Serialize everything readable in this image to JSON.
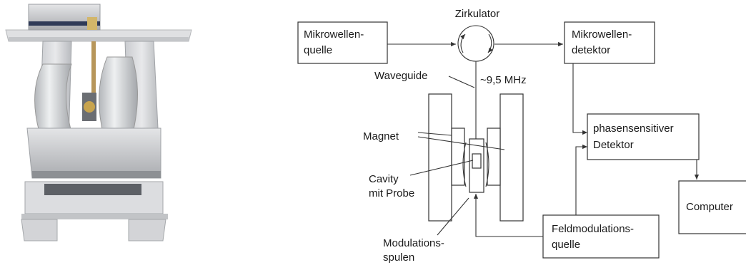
{
  "figure": {
    "photo_alt": "EPR spectrometer electromagnet",
    "diagram": {
      "mw_source": [
        "Mikrowellen-",
        "quelle"
      ],
      "circulator": "Zirkulator",
      "mw_detector": [
        "Mikrowellen-",
        "detektor"
      ],
      "waveguide": "Waveguide",
      "frequency": "~9,5 MHz",
      "magnet": "Magnet",
      "cavity": [
        "Cavity",
        "mit Probe"
      ],
      "psd": [
        "phasensensitiver",
        "Detektor"
      ],
      "computer": "Computer",
      "field_mod": [
        "Feldmodulations-",
        "quelle"
      ],
      "mod_coils": [
        "Modulations-",
        "spulen"
      ]
    },
    "colors": {
      "line": "#333333",
      "text": "#1a1a1a"
    }
  }
}
